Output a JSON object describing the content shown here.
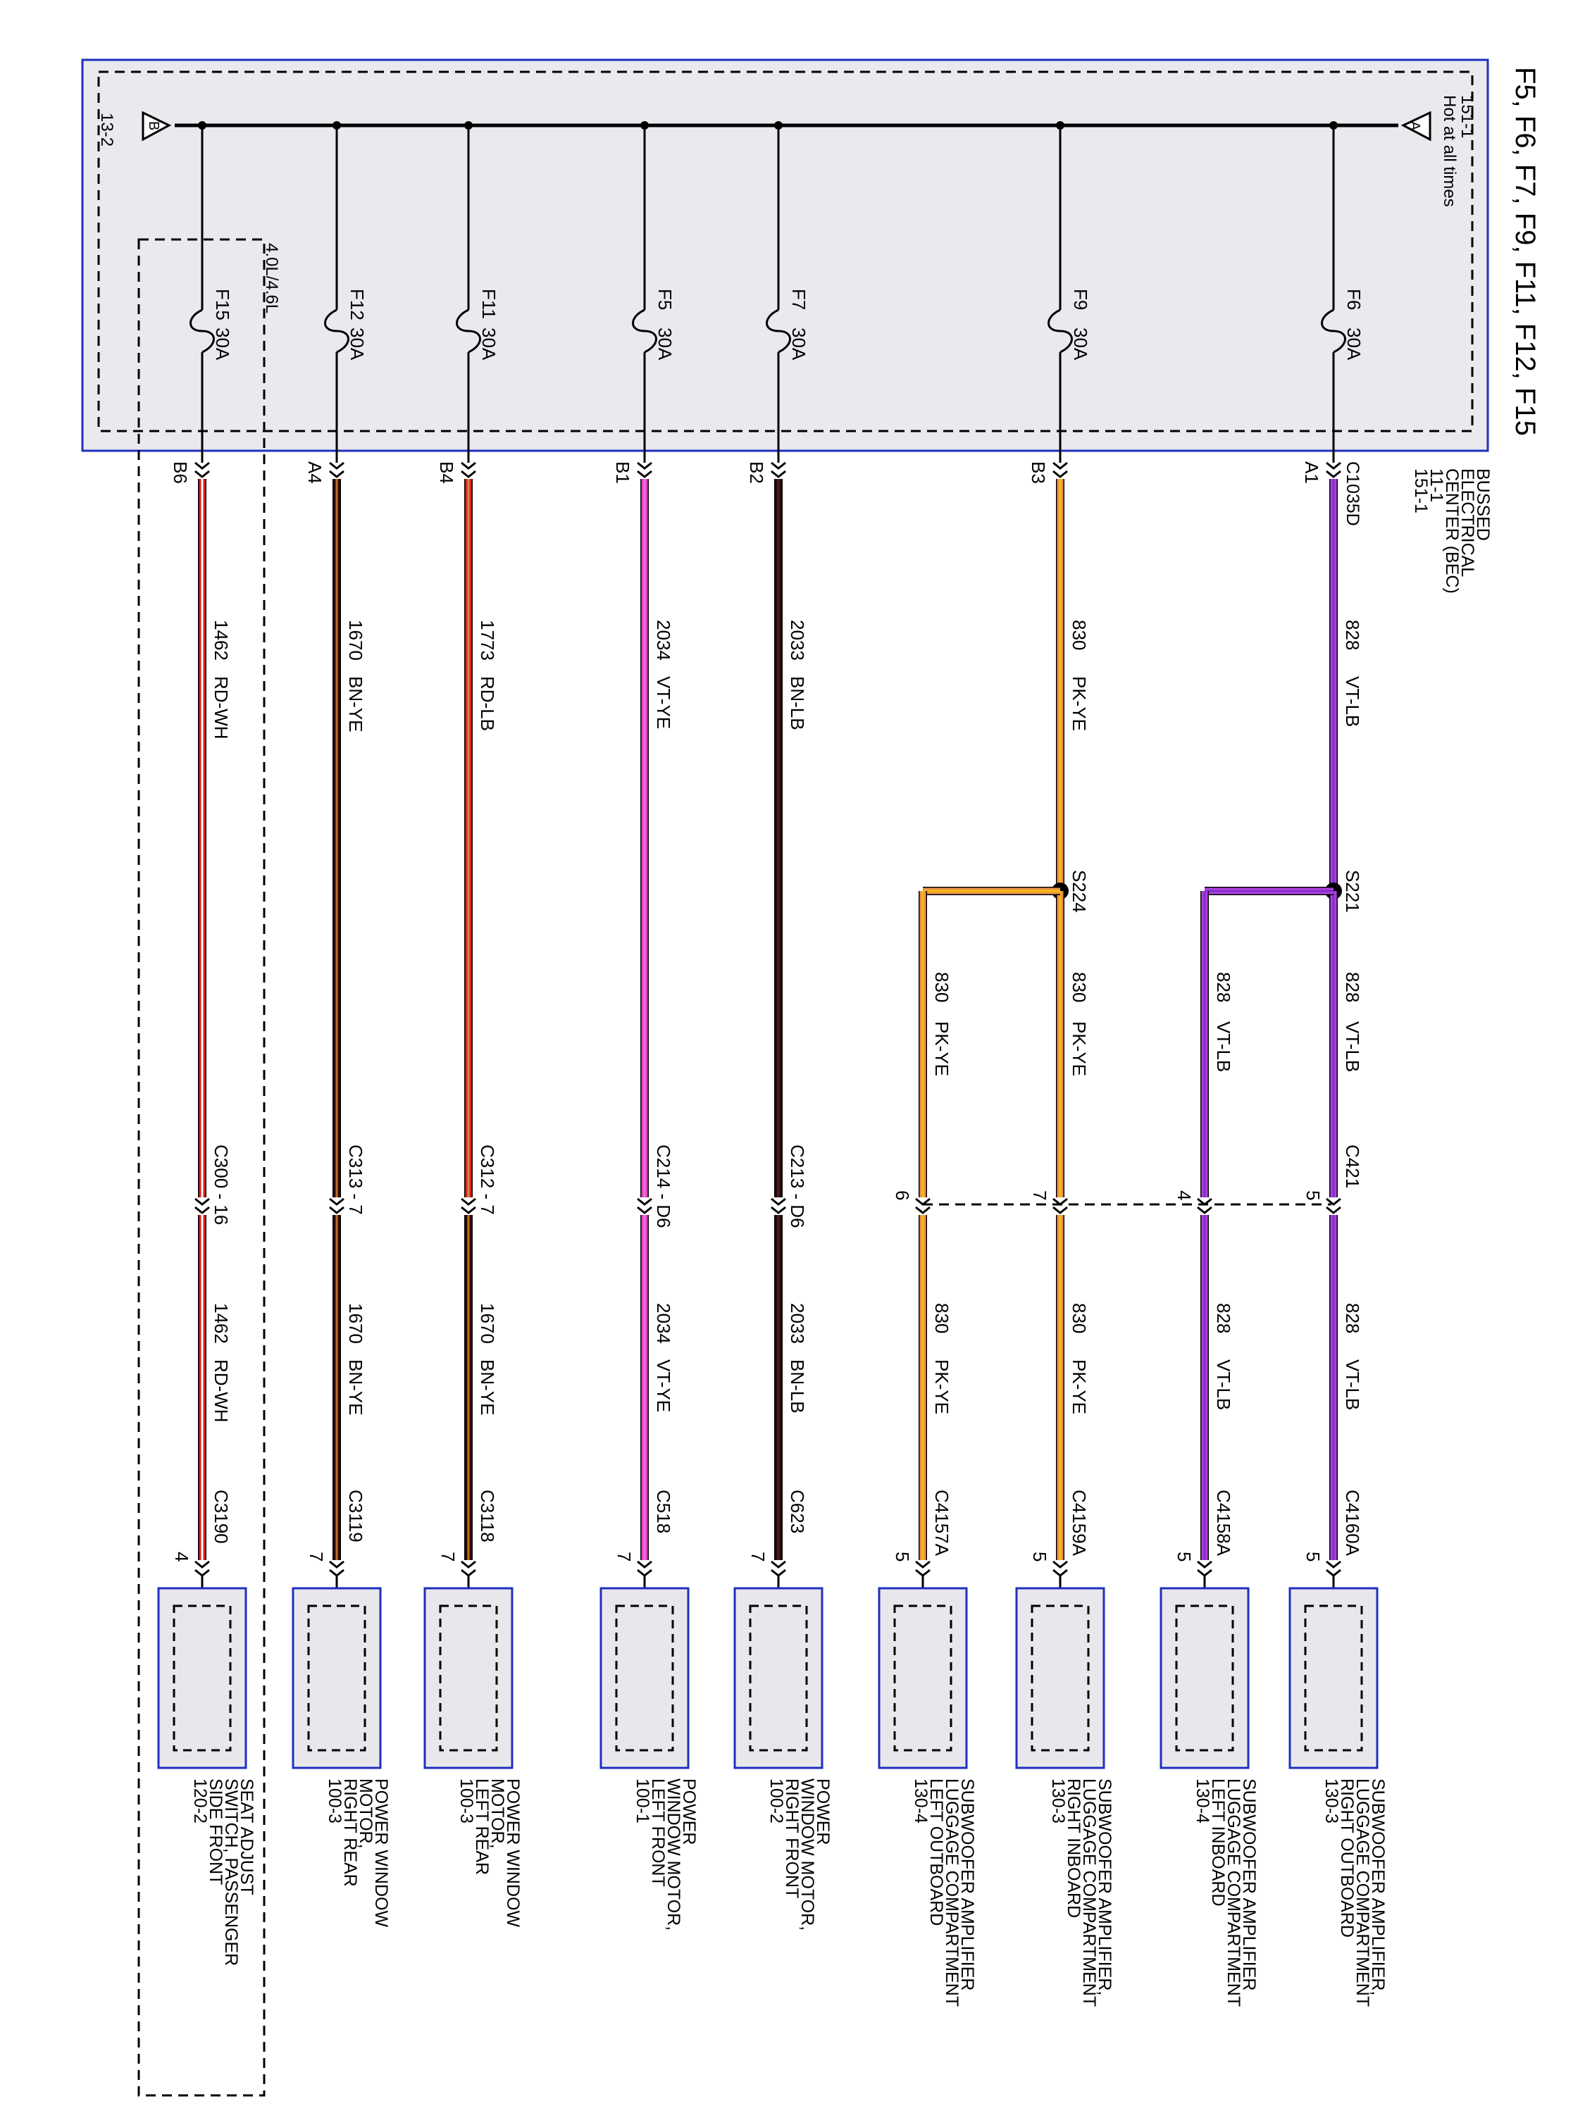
{
  "title": "F5, F6, F7, F9, F11, F12, F15",
  "bec": {
    "hot_label": "Hot at all times",
    "feed_ref": "151-1",
    "connector_ref_left": "13-2",
    "left_triangle": "B",
    "right_triangle": "A",
    "name_lines": [
      "BUSSED",
      "ELECTRICAL",
      "CENTER (BEC)",
      "11-1",
      "151-1"
    ],
    "connector": "C1035D",
    "engine_option": "4.0L/4.6L"
  },
  "circuits": [
    {
      "id": "f6",
      "fuse": "F6",
      "rating": "30A",
      "bec_pin": "A1",
      "wire_a": "828",
      "color_a": "VT-LB",
      "splice": "S221",
      "branch_wire": "828",
      "branch_color": "VT-LB",
      "inline": "C421",
      "inline_pin": "5",
      "wire_b": "828",
      "color_b": "VT-LB",
      "end_conn": "C4160A",
      "end_pin": "5",
      "component": [
        "SUBWOOFER AMPLIFIER,",
        "LUGGAGE COMPARTMENT",
        "RIGHT OUTBOARD",
        "130-3"
      ]
    },
    {
      "id": "s221b",
      "inline_pin": "4",
      "wire_b": "828",
      "color_b": "VT-LB",
      "end_conn": "C4158A",
      "end_pin": "5",
      "component": [
        "SUBWOOFER AMPLIFIER",
        "LUGGAGE COMPARTMENT",
        "LEFT INBOARD",
        "130-4"
      ]
    },
    {
      "id": "f9",
      "fuse": "F9",
      "rating": "30A",
      "bec_pin": "B3",
      "wire_a": "830",
      "color_a": "PK-YE",
      "splice": "S224",
      "branch_wire": "830",
      "branch_color": "PK-YE",
      "inline_pin": "7",
      "wire_b": "830",
      "color_b": "PK-YE",
      "end_conn": "C4159A",
      "end_pin": "5",
      "component": [
        "SUBWOOFER AMPLIFIER,",
        "LUGGAGE COMPARTMENT",
        "RIGHT INBOARD",
        "130-3"
      ]
    },
    {
      "id": "s224b",
      "inline_pin": "6",
      "wire_b": "830",
      "color_b": "PK-YE",
      "end_conn": "C4157A",
      "end_pin": "5",
      "component": [
        "SUBWOOFER AMPLIFIER",
        "LUGGAGE COMPARTMENT",
        "LEFT OUTBOARD",
        "130-4"
      ]
    },
    {
      "id": "f7",
      "fuse": "F7",
      "rating": "30A",
      "bec_pin": "B2",
      "wire_a": "2033",
      "color_a": "BN-LB",
      "inline": "C213 - D6",
      "wire_b": "2033",
      "color_b": "BN-LB",
      "end_conn": "C623",
      "end_pin": "7",
      "component": [
        "POWER",
        "WINDOW MOTOR,",
        "RIGHT FRONT",
        "100-2"
      ]
    },
    {
      "id": "f5",
      "fuse": "F5",
      "rating": "30A",
      "bec_pin": "B1",
      "wire_a": "2034",
      "color_a": "VT-YE",
      "inline": "C214 - D6",
      "wire_b": "2034",
      "color_b": "VT-YE",
      "end_conn": "C518",
      "end_pin": "7",
      "component": [
        "POWER",
        "WINDOW MOTOR,",
        "LEFT FRONT",
        "100-1"
      ]
    },
    {
      "id": "f11",
      "fuse": "F11",
      "rating": "30A",
      "bec_pin": "B4",
      "wire_a": "1773",
      "color_a": "RD-LB",
      "inline": "C312 - 7",
      "wire_b": "1670",
      "color_b": "BN-YE",
      "end_conn": "C3118",
      "end_pin": "7",
      "component": [
        "POWER WINDOW",
        "MOTOR,",
        "LEFT REAR",
        "100-3"
      ]
    },
    {
      "id": "f12",
      "fuse": "F12",
      "rating": "30A",
      "bec_pin": "A4",
      "wire_a": "1670",
      "color_a": "BN-YE",
      "inline": "C313 - 7",
      "wire_b": "1670",
      "color_b": "BN-YE",
      "end_conn": "C3119",
      "end_pin": "7",
      "component": [
        "POWER WINDOW",
        "MOTOR,",
        "RIGHT REAR",
        "100-3"
      ]
    },
    {
      "id": "f15",
      "fuse": "F15",
      "rating": "30A",
      "bec_pin": "B6",
      "wire_a": "1462",
      "color_a": "RD-WH",
      "inline": "C300 - 16",
      "wire_b": "1462",
      "color_b": "RD-WH",
      "end_conn": "C3190",
      "end_pin": "4",
      "component": [
        "SEAT ADJUST",
        "SWITCH, PASSENGER",
        "SIDE FRONT",
        "120-2"
      ]
    }
  ],
  "wire_colors": {
    "VT-LB": {
      "base": "#b040e0",
      "stripe": "#7f2fc4"
    },
    "PK-YE": {
      "base": "#f09050",
      "stripe": "#f0c000"
    },
    "BN-LB": {
      "base": "#2a0a0a",
      "stripe": "#4a2020"
    },
    "VT-YE": {
      "base": "#e040c0",
      "stripe": "#f070e0"
    },
    "RD-LB": {
      "base": "#e02020",
      "stripe": "#c89040"
    },
    "BN-YE": {
      "base": "#2a0a0a",
      "stripe": "#c07020"
    },
    "RD-WH": {
      "base": "#e01818",
      "stripe": "#ffffff"
    }
  },
  "accent_color": "#1f2fc0",
  "box_fill": "#e8e8ec"
}
